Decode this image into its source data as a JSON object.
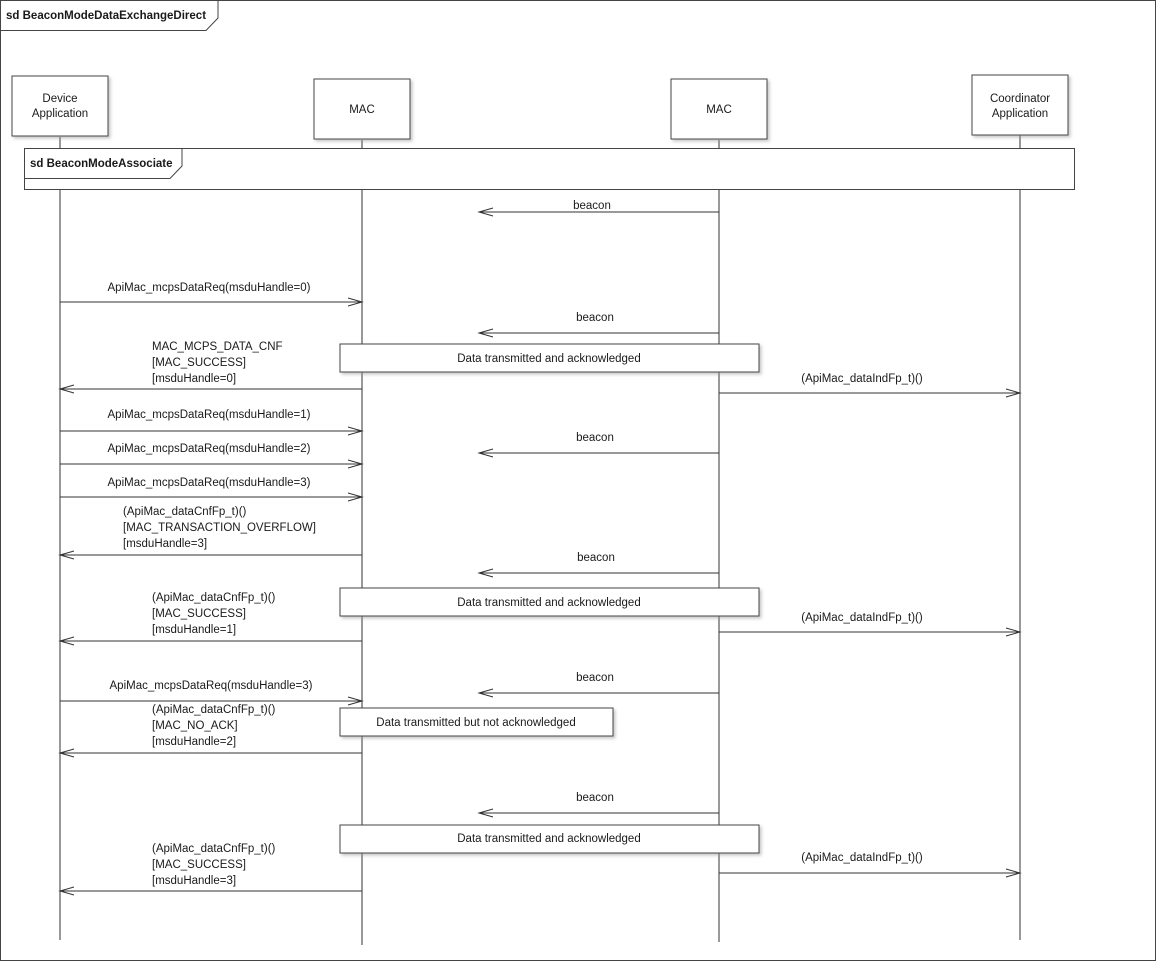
{
  "diagram": {
    "frame_title": "sd BeaconModeDataExchangeDirect",
    "lifelines": [
      {
        "id": "device",
        "label_lines": [
          "Device",
          "Application"
        ]
      },
      {
        "id": "mac1",
        "label_lines": [
          "MAC"
        ]
      },
      {
        "id": "mac2",
        "label_lines": [
          "MAC"
        ]
      },
      {
        "id": "coord",
        "label_lines": [
          "Coordinator",
          "Application"
        ]
      }
    ],
    "fragment": {
      "title": "sd BeaconModeAssociate"
    },
    "messages": [
      {
        "from": "mac2",
        "to": "mac1",
        "kind": "lost",
        "label_lines": [
          "beacon"
        ]
      },
      {
        "from": "device",
        "to": "mac1",
        "kind": "sync",
        "label_lines": [
          "ApiMac_mcpsDataReq(msduHandle=0)"
        ]
      },
      {
        "from": "mac2",
        "to": "mac1",
        "kind": "lost",
        "label_lines": [
          "beacon"
        ]
      },
      {
        "from": "mac1",
        "to": "device",
        "kind": "async",
        "label_lines": [
          "MAC_MCPS_DATA_CNF",
          "[MAC_SUCCESS]",
          "[msduHandle=0]"
        ]
      },
      {
        "from": "mac2",
        "to": "coord",
        "kind": "async",
        "label_lines": [
          "(ApiMac_dataIndFp_t)()"
        ]
      },
      {
        "from": "device",
        "to": "mac1",
        "kind": "sync",
        "label_lines": [
          "ApiMac_mcpsDataReq(msduHandle=1)"
        ]
      },
      {
        "from": "mac2",
        "to": "mac1",
        "kind": "lost",
        "label_lines": [
          "beacon"
        ]
      },
      {
        "from": "device",
        "to": "mac1",
        "kind": "sync",
        "label_lines": [
          "ApiMac_mcpsDataReq(msduHandle=2)"
        ]
      },
      {
        "from": "device",
        "to": "mac1",
        "kind": "sync",
        "label_lines": [
          "ApiMac_mcpsDataReq(msduHandle=3)"
        ]
      },
      {
        "from": "mac1",
        "to": "device",
        "kind": "async",
        "label_lines": [
          "(ApiMac_dataCnfFp_t)()",
          "[MAC_TRANSACTION_OVERFLOW]",
          "[msduHandle=3]"
        ]
      },
      {
        "from": "mac2",
        "to": "mac1",
        "kind": "lost",
        "label_lines": [
          "beacon"
        ]
      },
      {
        "from": "mac1",
        "to": "device",
        "kind": "async",
        "label_lines": [
          "(ApiMac_dataCnfFp_t)()",
          "[MAC_SUCCESS]",
          "[msduHandle=1]"
        ]
      },
      {
        "from": "mac2",
        "to": "coord",
        "kind": "async",
        "label_lines": [
          "(ApiMac_dataIndFp_t)()"
        ]
      },
      {
        "from": "mac2",
        "to": "mac1",
        "kind": "lost",
        "label_lines": [
          "beacon"
        ]
      },
      {
        "from": "device",
        "to": "mac1",
        "kind": "sync",
        "label_lines": [
          "ApiMac_mcpsDataReq(msduHandle=3)"
        ]
      },
      {
        "from": "mac1",
        "to": "device",
        "kind": "async",
        "label_lines": [
          "(ApiMac_dataCnfFp_t)()",
          "[MAC_NO_ACK]",
          "[msduHandle=2]"
        ]
      },
      {
        "from": "mac2",
        "to": "mac1",
        "kind": "lost",
        "label_lines": [
          "beacon"
        ]
      },
      {
        "from": "mac1",
        "to": "device",
        "kind": "async",
        "label_lines": [
          "(ApiMac_dataCnfFp_t)()",
          "[MAC_SUCCESS]",
          "[msduHandle=3]"
        ]
      },
      {
        "from": "mac2",
        "to": "coord",
        "kind": "async",
        "label_lines": [
          "(ApiMac_dataIndFp_t)()"
        ]
      }
    ],
    "notes": [
      {
        "label": "Data transmitted and acknowledged"
      },
      {
        "label": "Data transmitted and acknowledged"
      },
      {
        "label": "Data transmitted but not acknowledged"
      },
      {
        "label": "Data transmitted and acknowledged"
      }
    ],
    "colors": {
      "line": "#333333",
      "box_fill": "#ffffff",
      "border": "#444444",
      "shadow": "#c8c8c8"
    }
  }
}
